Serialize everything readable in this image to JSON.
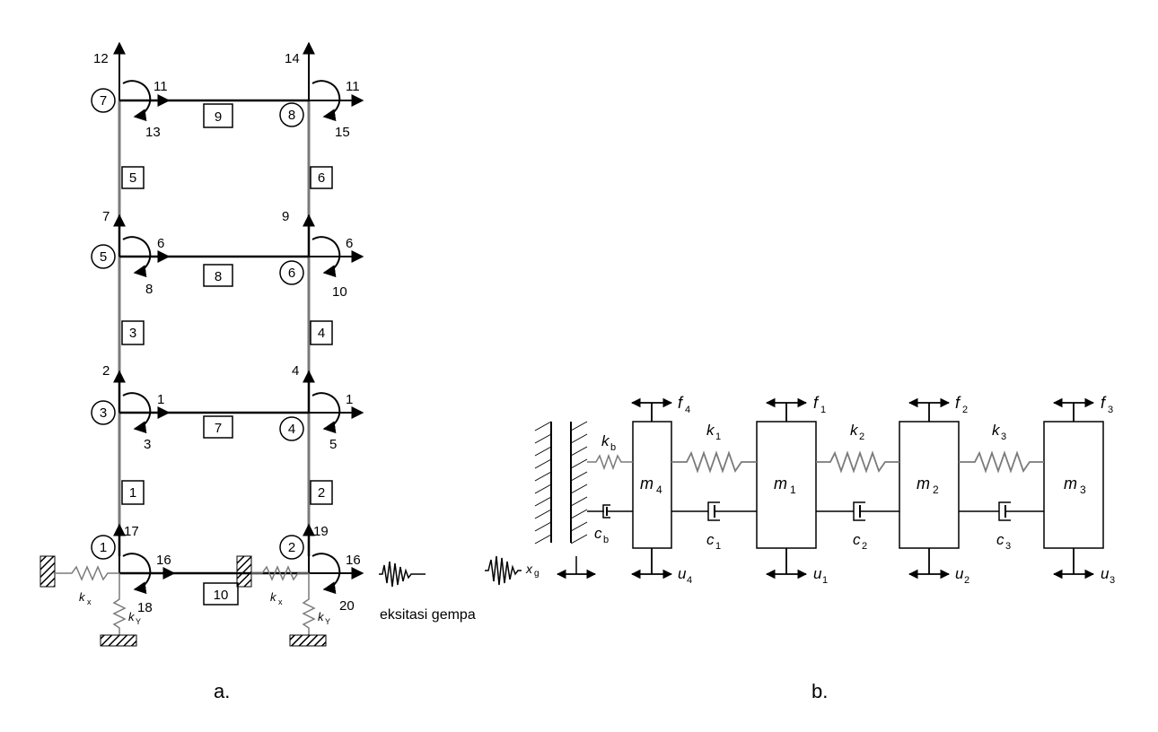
{
  "panel_a": {
    "nodes": [
      "7",
      "8",
      "5",
      "6",
      "3",
      "4",
      "1",
      "2"
    ],
    "elements": [
      "9",
      "5",
      "6",
      "8",
      "3",
      "4",
      "7",
      "1",
      "2",
      "10"
    ],
    "dofs": [
      "12",
      "11",
      "13",
      "14",
      "11",
      "15",
      "7",
      "6",
      "8",
      "9",
      "6",
      "10",
      "2",
      "1",
      "3",
      "4",
      "1",
      "5",
      "17",
      "16",
      "18",
      "19",
      "16",
      "20"
    ],
    "springs": {
      "horizontal": "k",
      "horizontal_sub": "x",
      "vertical": "k",
      "vertical_sub": "Y"
    },
    "excitation_label": "eksitasi gempa",
    "caption": "a."
  },
  "panel_b": {
    "masses": [
      {
        "m": "m",
        "sub": "4"
      },
      {
        "m": "m",
        "sub": "1"
      },
      {
        "m": "m",
        "sub": "2"
      },
      {
        "m": "m",
        "sub": "3"
      }
    ],
    "forces": [
      {
        "f": "f",
        "sub": "4"
      },
      {
        "f": "f",
        "sub": "1"
      },
      {
        "f": "f",
        "sub": "2"
      },
      {
        "f": "f",
        "sub": "3"
      }
    ],
    "displacements": [
      {
        "u": "u",
        "sub": "4"
      },
      {
        "u": "u",
        "sub": "1"
      },
      {
        "u": "u",
        "sub": "2"
      },
      {
        "u": "u",
        "sub": "3"
      }
    ],
    "springs": [
      {
        "k": "k",
        "sub": "b"
      },
      {
        "k": "k",
        "sub": "1"
      },
      {
        "k": "k",
        "sub": "2"
      },
      {
        "k": "k",
        "sub": "3"
      }
    ],
    "dampers": [
      {
        "c": "c",
        "sub": "b"
      },
      {
        "c": "c",
        "sub": "1"
      },
      {
        "c": "c",
        "sub": "2"
      },
      {
        "c": "c",
        "sub": "3"
      }
    ],
    "ground": {
      "x": "x",
      "sub": "g"
    },
    "caption": "b."
  }
}
